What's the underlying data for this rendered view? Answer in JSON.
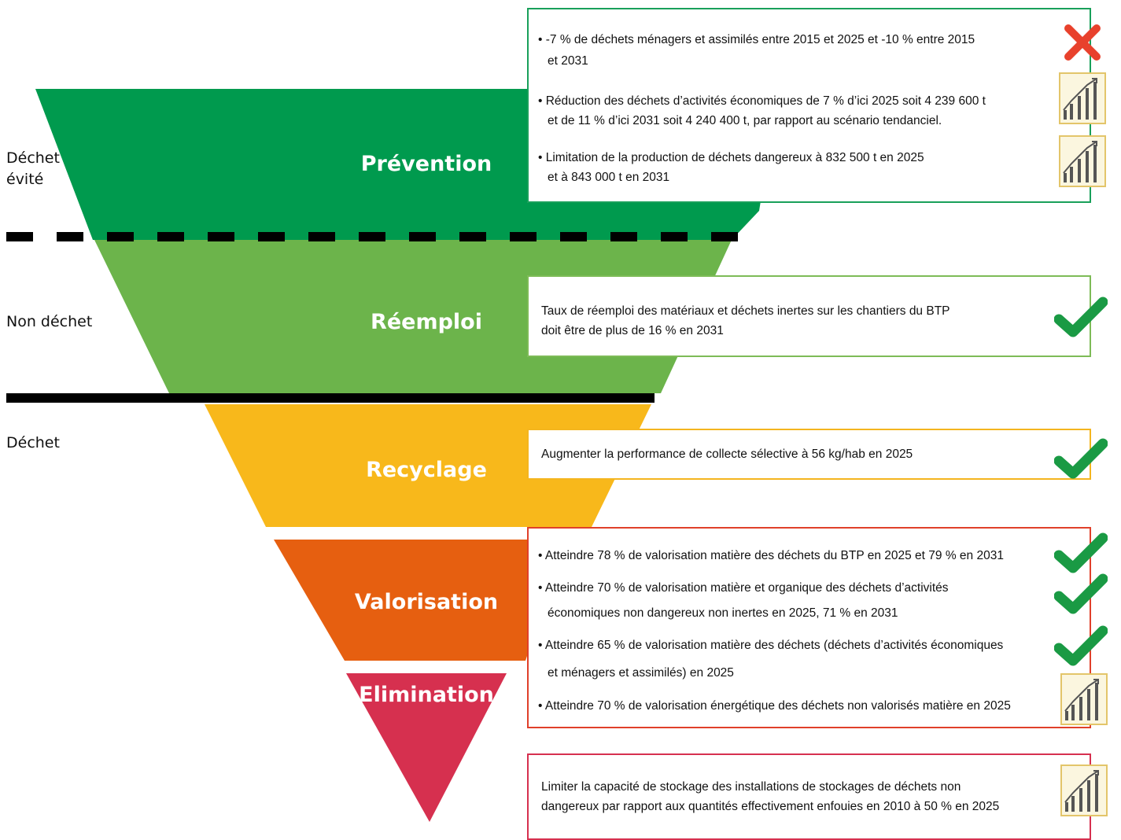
{
  "side_labels": {
    "avoided": "Déchet\névité",
    "non_waste": "Non déchet",
    "waste": "Déchet"
  },
  "tiers": [
    {
      "label": "Prévention",
      "color": "#009a4e"
    },
    {
      "label": "Réemploi",
      "color": "#6cb44b"
    },
    {
      "label": "Recyclage",
      "color": "#f8b81b"
    },
    {
      "label": "Valorisation",
      "color": "#e65f10"
    },
    {
      "label": "Elimination",
      "color": "#d6304f"
    }
  ],
  "boxes": {
    "prevention": {
      "border_color": "#19a05a",
      "lines": [
        "• -7 % de déchets ménagers et assimilés entre 2015 et 2025 et -10 % entre 2015",
        "et 2031",
        "• Réduction des déchets d’activités économiques de 7 % d’ici 2025 soit 4 239 600 t",
        "et de 11 % d’ici 2031 soit 4 240 400 t, par rapport au scénario tendanciel.",
        "• Limitation de la production de déchets dangereux à  832 500 t en 2025",
        "et à 843 000 t en 2031"
      ]
    },
    "reemploi": {
      "border_color": "#7dbb57",
      "lines": [
        "Taux de réemploi des matériaux et déchets inertes sur les chantiers du BTP",
        "doit être de plus de 16 % en 2031"
      ]
    },
    "recyclage": {
      "border_color": "#f4b51f",
      "lines": [
        "Augmenter la performance de collecte sélective à 56 kg/hab en 2025"
      ]
    },
    "valorisation": {
      "border_color": "#e0402a",
      "lines": [
        "• Atteindre 78 % de valorisation matière des déchets du BTP en 2025 et 79 % en 2031",
        "• Atteindre 70 % de valorisation matière et organique des déchets d’activités",
        "économiques non dangereux non inertes en 2025, 71 % en 2031",
        "• Atteindre 65 % de valorisation matière des déchets (déchets d’activités économiques",
        "et ménagers et assimilés) en 2025",
        "• Atteindre 70 % de valorisation énergétique des déchets non valorisés matière en 2025"
      ]
    },
    "elimination": {
      "border_color": "#d6304f",
      "lines": [
        "Limiter la capacité de stockage des installations de stockages de déchets non",
        "dangereux par rapport aux quantités effectivement enfouies en 2010 à 50 % en 2025"
      ]
    }
  },
  "status_icons": {
    "check_color": "#1a9a44",
    "cross_color": "#e8412c",
    "trend_icon": "rising-bars-chart-icon"
  }
}
